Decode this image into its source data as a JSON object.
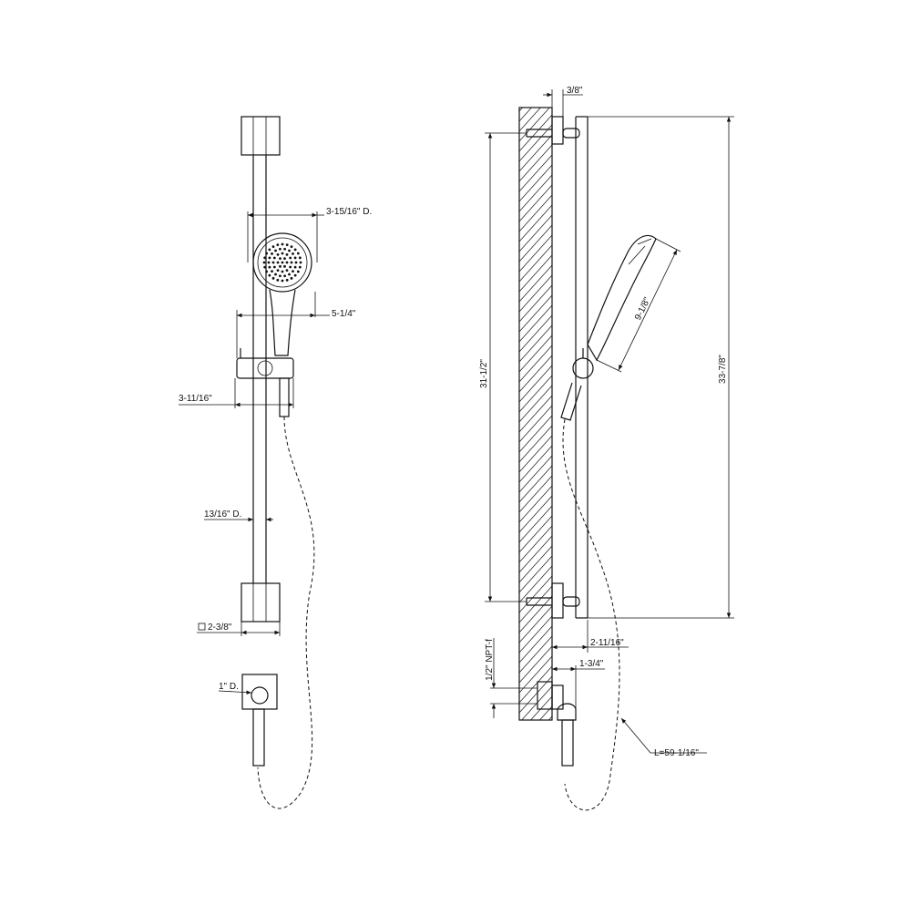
{
  "dimensions": {
    "handshower_diameter": "3-15/16\" D.",
    "handshower_projection": "5-1/4\"",
    "slider_width": "3-11/16\"",
    "bar_diameter": "13/16\" D.",
    "bracket_square": "2-3/8\"",
    "outlet_diameter": "1\" D.",
    "bracket_depth": "3/8\"",
    "bracket_spacing": "31-1/2\"",
    "overall_height": "33-7/8\"",
    "handshower_length": "9-1/8\"",
    "bar_offset": "2-11/16\"",
    "outlet_projection": "1-3/4\"",
    "connection": "1/2\" NPT-f",
    "hose_length": "L=59-1/16\""
  }
}
